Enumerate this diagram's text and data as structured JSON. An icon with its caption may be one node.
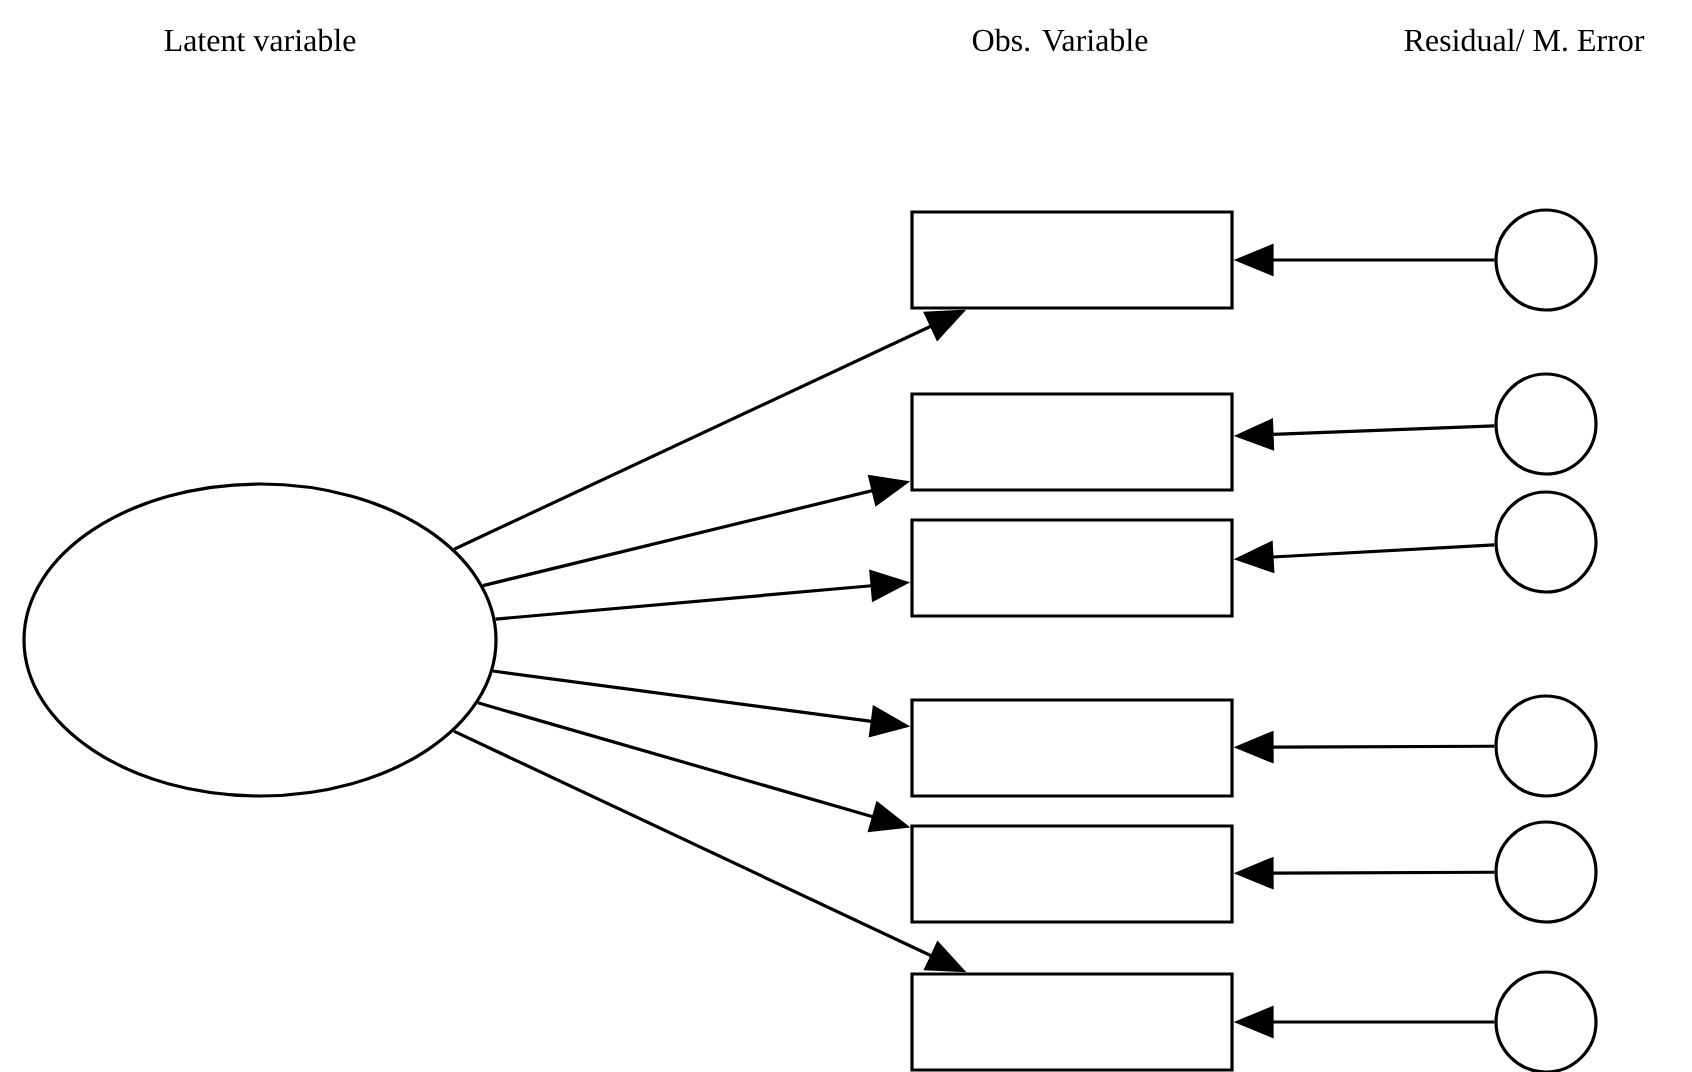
{
  "diagram": {
    "nodes": [
      {
        "text": [],
        "shape": "ellipse"
      },
      {
        "text": [],
        "shape": "box"
      },
      {
        "text": [],
        "shape": "box"
      },
      {
        "text": [],
        "shape": "box"
      },
      {
        "text": [],
        "shape": "box"
      },
      {
        "text": [],
        "shape": "box"
      },
      {
        "text": [],
        "shape": "box"
      },
      {
        "text": [],
        "shape": "circle"
      },
      {
        "text": [],
        "shape": "circle"
      },
      {
        "text": [],
        "shape": "circle"
      },
      {
        "text": [],
        "shape": "circle"
      },
      {
        "text": [],
        "shape": "circle"
      },
      {
        "text": [],
        "shape": "circle"
      }
    ],
    "edges": [
      {
        "from": 0,
        "to": 1,
        "arrow": "to"
      },
      {
        "from": 0,
        "to": 2,
        "arrow": "to"
      },
      {
        "from": 0,
        "to": 3,
        "arrow": "to"
      },
      {
        "from": 0,
        "to": 4,
        "arrow": "to"
      },
      {
        "from": 0,
        "to": 5,
        "arrow": "to"
      },
      {
        "from": 0,
        "to": 6,
        "arrow": "to"
      },
      {
        "from": 7,
        "to": 1,
        "arrow": "to"
      },
      {
        "from": 8,
        "to": 2,
        "arrow": "to"
      },
      {
        "from": 9,
        "to": 3,
        "arrow": "to"
      },
      {
        "from": 10,
        "to": 4,
        "arrow": "to"
      },
      {
        "from": 11,
        "to": 5,
        "arrow": "to"
      },
      {
        "from": 12,
        "to": 6,
        "arrow": "to"
      }
    ],
    "labels": [
      "Latent variable",
      "Obs. Variable",
      "Residual/ M. Error"
    ]
  }
}
